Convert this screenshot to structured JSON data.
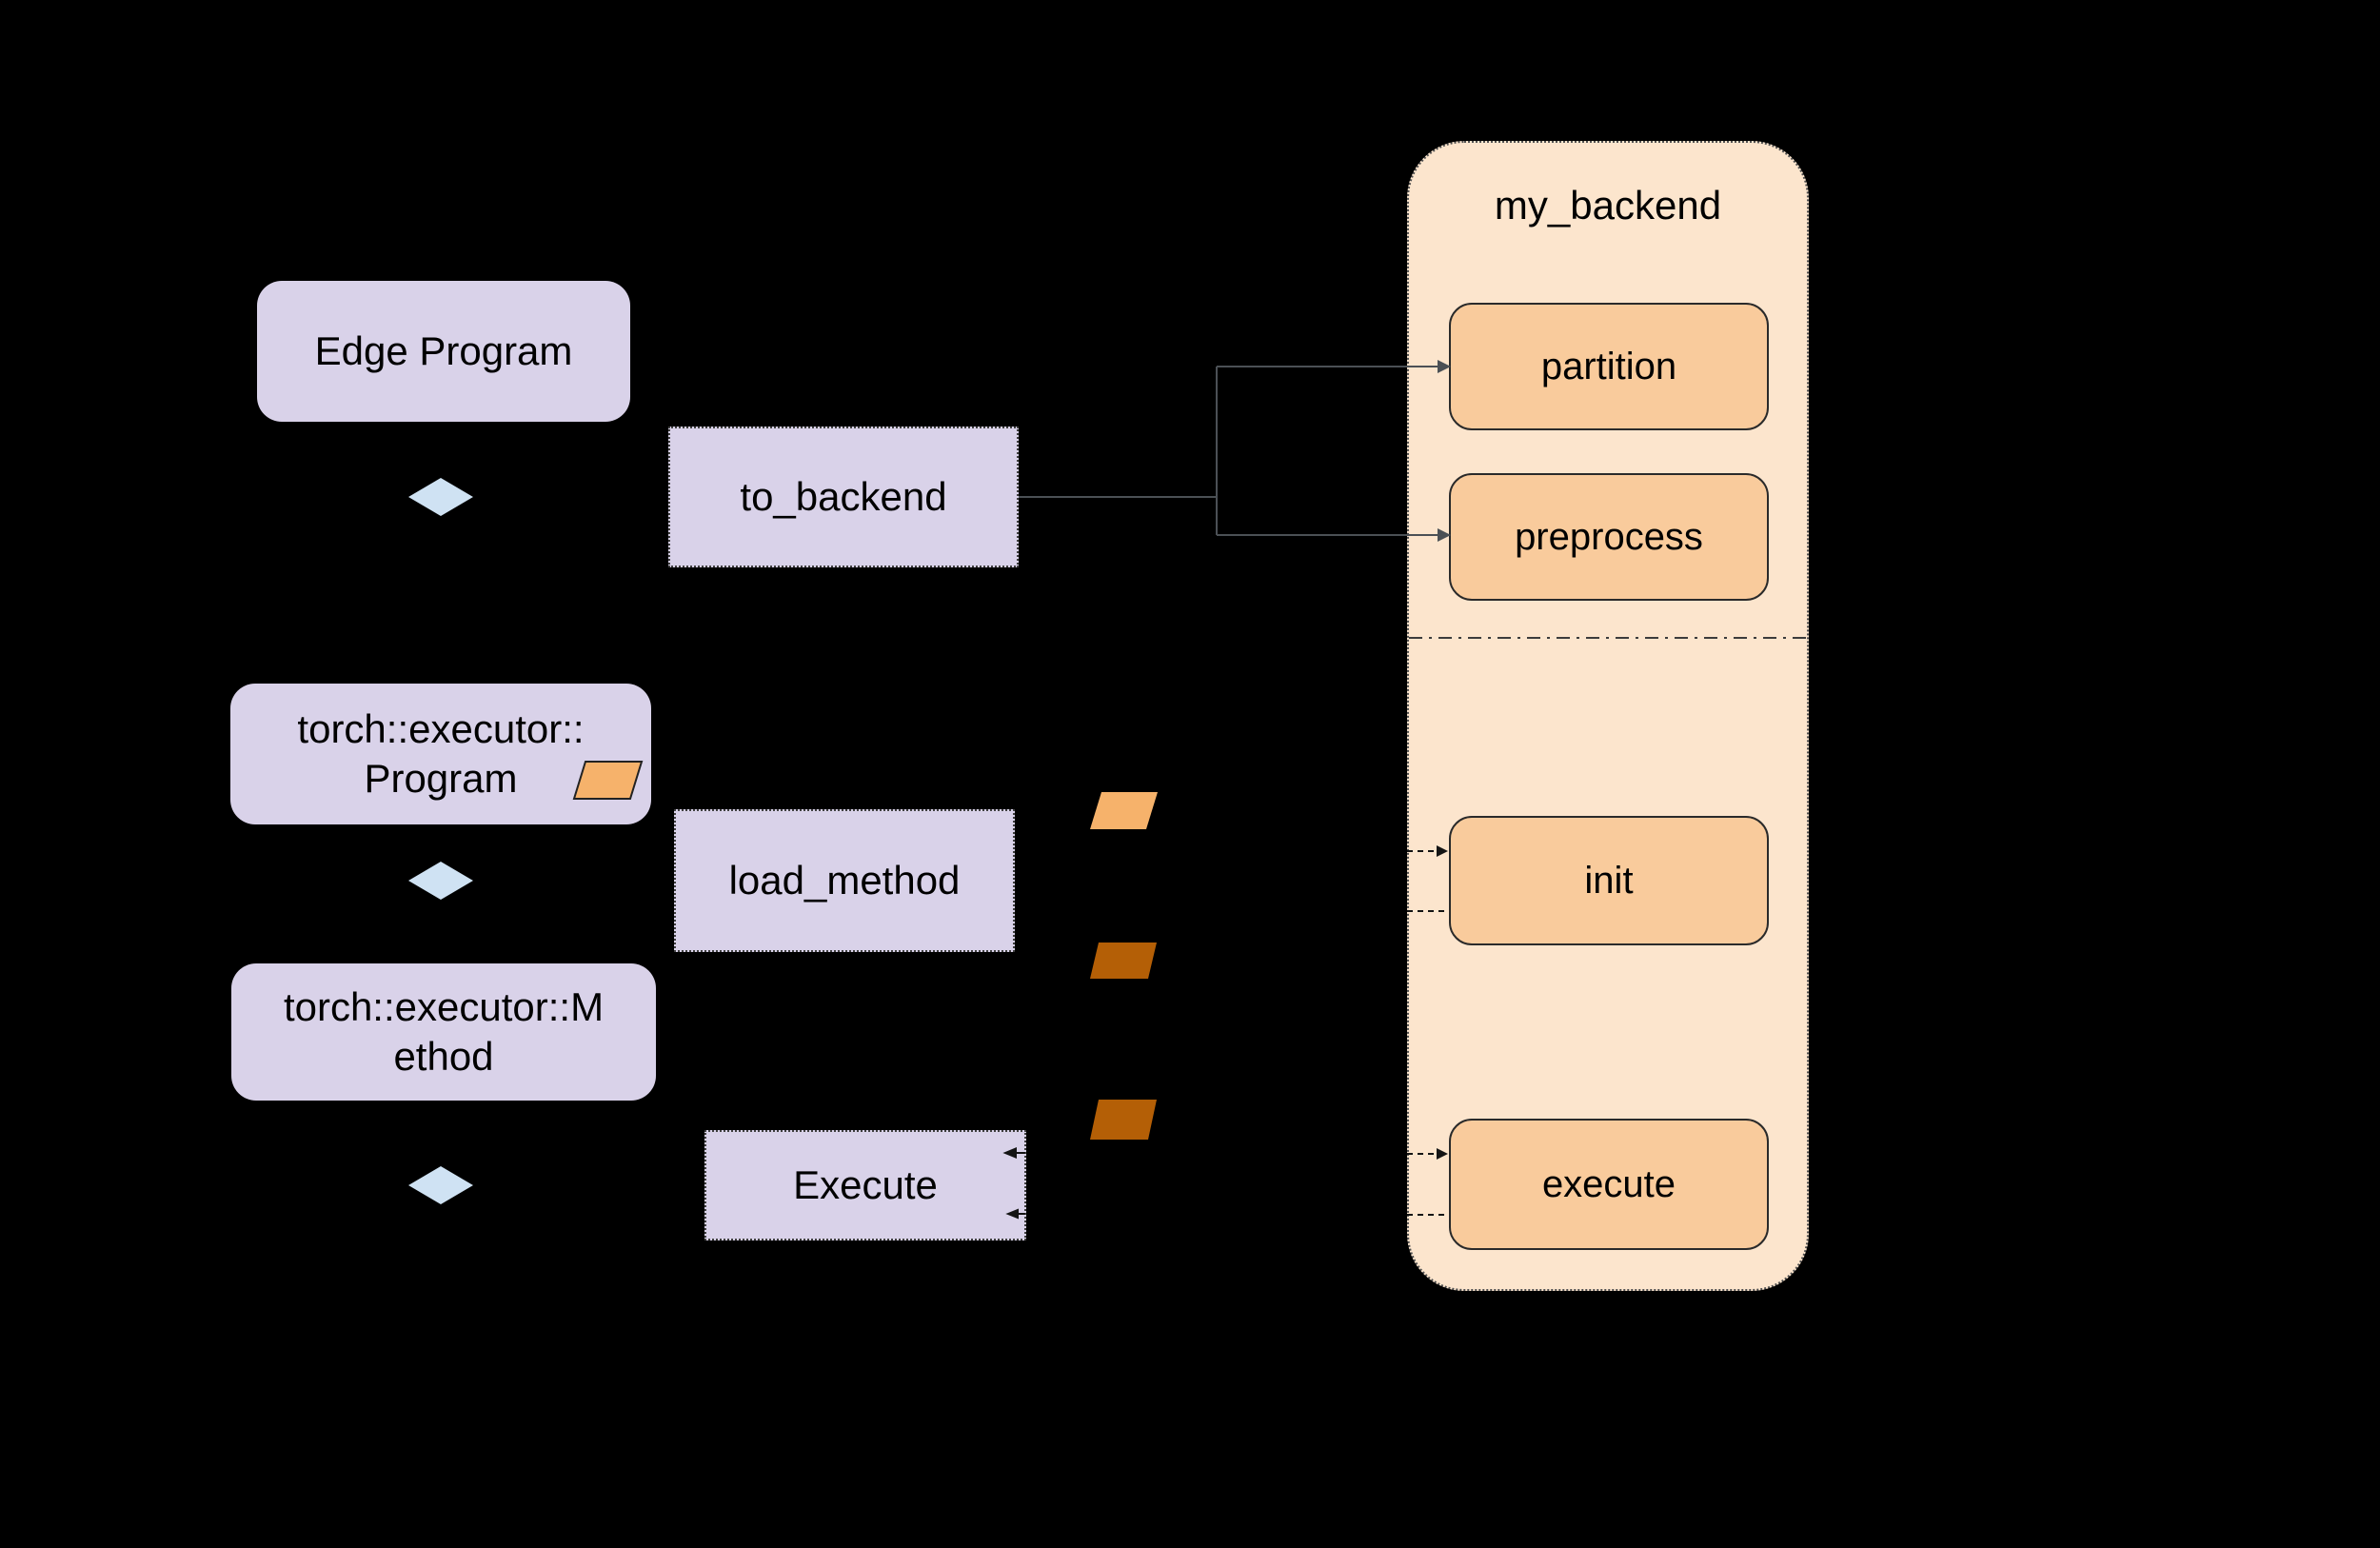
{
  "colors": {
    "background": "#000000",
    "lavender": "#d9d2e9",
    "diamond": "#cfe2f3",
    "container": "#fce5cd",
    "function_box": "#f9cb9c",
    "box_border": "#2a2a2a",
    "parallelogram_light": "#f6b26b",
    "parallelogram_dark": "#b45f06",
    "connector": "#4b5055",
    "dashed_line": "#141414",
    "divider": "#3c3c3c",
    "text": "#000000"
  },
  "flow": {
    "edge_program": "Edge Program",
    "to_backend": "to_backend",
    "program_line1": "torch::executor::",
    "program_line2": "Program",
    "load_method": "load_method",
    "method_line1": "torch::executor::M",
    "method_line2": "ethod",
    "execute_call": "Execute"
  },
  "backend": {
    "title": "my_backend",
    "functions": [
      "partition",
      "preprocess",
      "init",
      "execute"
    ]
  },
  "icons": {
    "aggregation_diamond": "flat light-blue diamond (composition marker)",
    "data_parallelogram_light": "light-orange skewed parallelogram (data artifact)",
    "data_parallelogram_dark": "dark-orange skewed parallelogram (data artifact)"
  }
}
